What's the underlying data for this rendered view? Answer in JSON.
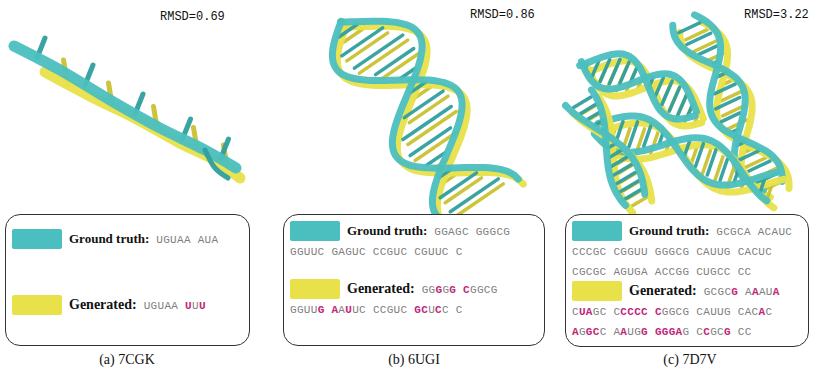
{
  "diagram": {
    "nodes": [
      {
        "text": [
          "UGUAA AUA",
          "UGUAA UUU"
        ]
      },
      {
        "text": [
          "GGAGC GGGCG GGUUC GAGUC CCGUC CGUUC C",
          "GGGGG CGGCG GGUUG AAUUC CCGUC GCUCC C"
        ]
      },
      {
        "text": [
          "GCGCA ACAUC CCCGC CGGUU GGGCG CAUUG CACUC CGCGC AGUGA ACCGG CUGCC CC",
          "GCGCG AAAUA CUAGC CCCCC CGGCG CAUUG CACAC AGGCC AAUGG GGGAG CCGCG CC"
        ]
      }
    ],
    "labels": [
      "RMSD=0.69",
      "RMSD=0.86",
      "RMSD=3.22",
      "(a) 7CGK",
      "(b) 6UGI",
      "(c) 7D7V"
    ],
    "legend": [
      {
        "text": "Ground truth:",
        "color": "#4bbfbf"
      },
      {
        "text": "Generated:",
        "color": "#e8e14a"
      },
      {
        "text": "Ground truth:",
        "color": "#4bbfbf"
      },
      {
        "text": "Generated:",
        "color": "#e8e14a"
      },
      {
        "text": "Ground truth:",
        "color": "#4bbfbf"
      },
      {
        "text": "Generated:",
        "color": "#e8e14a"
      }
    ]
  }
}
